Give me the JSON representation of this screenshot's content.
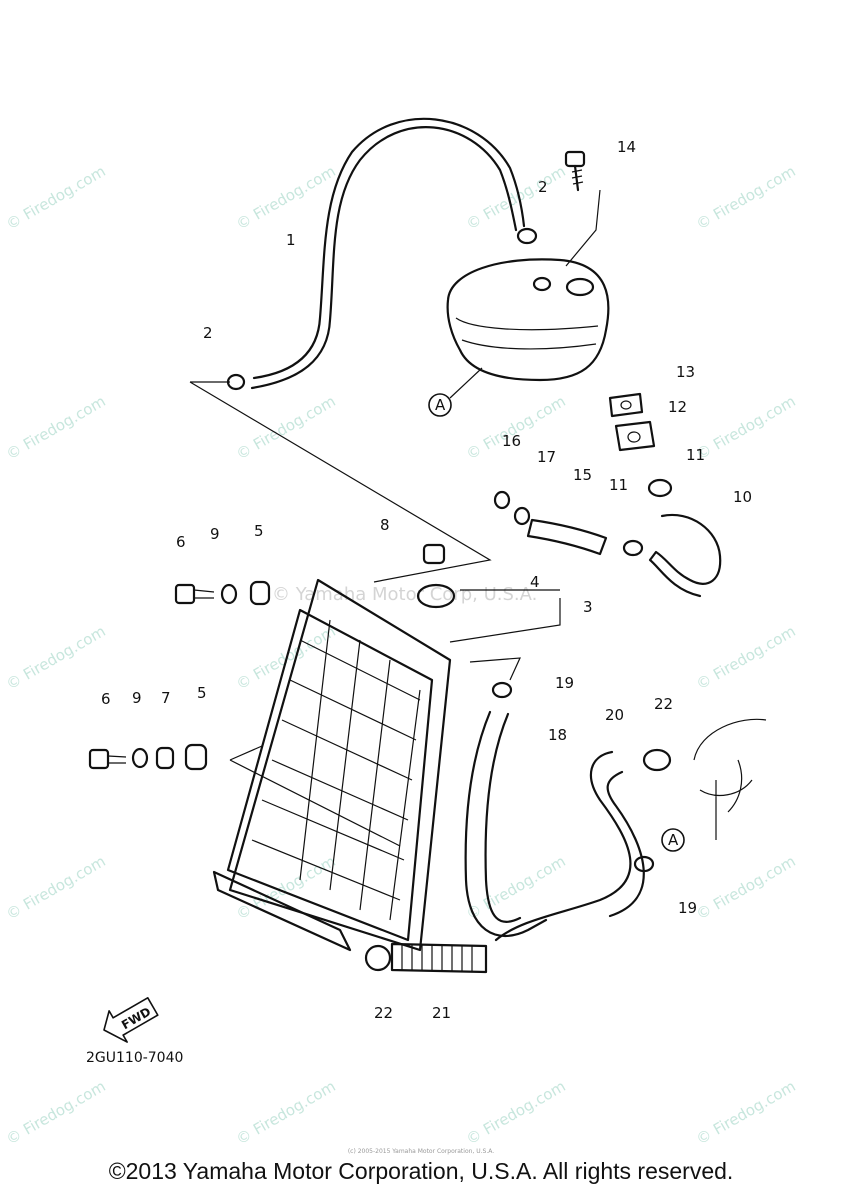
{
  "diagram": {
    "drawing_number": "2GU110-7040",
    "fwd_label": "FWD",
    "ref_marker": "A",
    "callouts": [
      "1",
      "2",
      "2",
      "3",
      "4",
      "5",
      "5",
      "6",
      "6",
      "7",
      "8",
      "9",
      "9",
      "10",
      "11",
      "11",
      "12",
      "13",
      "14",
      "15",
      "16",
      "17",
      "18",
      "19",
      "19",
      "20",
      "21",
      "22",
      "22"
    ]
  },
  "watermark": {
    "site": "© Firedog.com",
    "center": "© Yamaha Motor Corp, U.S.A."
  },
  "footer": {
    "copyright": "©2013 Yamaha Motor Corporation, U.S.A. All rights reserved.",
    "fine_print": "(c) 2005-2015 Yamaha Motor Corporation, U.S.A."
  }
}
